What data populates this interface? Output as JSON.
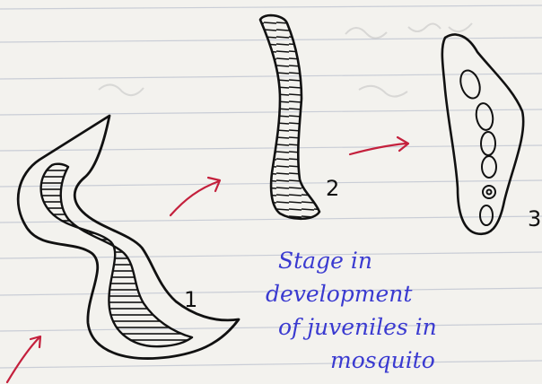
{
  "stage_labels": [
    "1",
    "2",
    "3"
  ],
  "caption_lines": [
    "Stage in",
    "development",
    "of juveniles in",
    "mosquito"
  ],
  "colors": {
    "ink": "#111111",
    "arrow": "#c4203c",
    "caption": "#3a3ad0",
    "rule": "#c9cdd6",
    "paper": "#f3f2ee"
  }
}
